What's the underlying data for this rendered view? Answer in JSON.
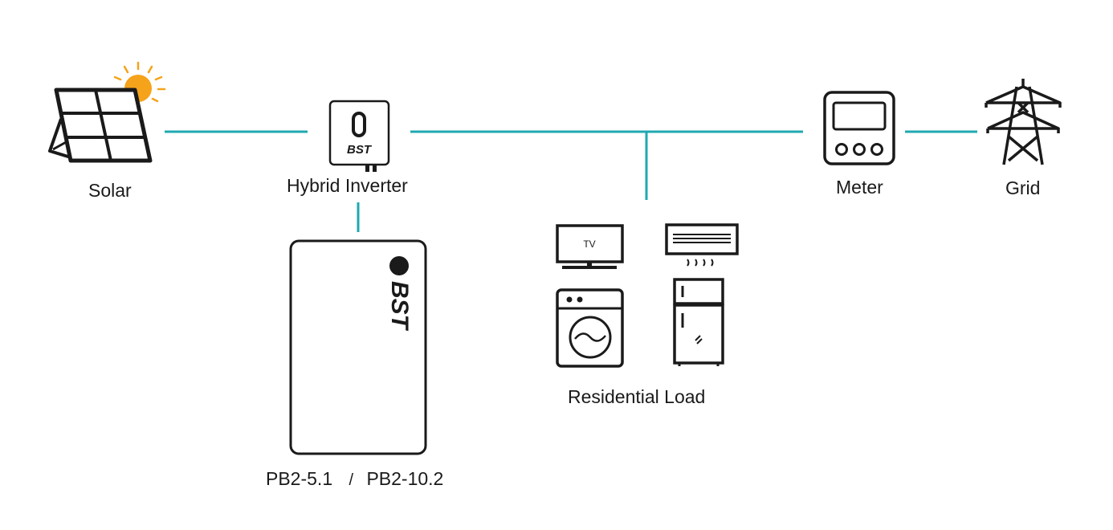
{
  "nodes": {
    "solar": {
      "label": "Solar"
    },
    "inverter": {
      "label": "Hybrid Inverter",
      "brand": "BST"
    },
    "meter": {
      "label": "Meter"
    },
    "grid": {
      "label": "Grid"
    },
    "battery": {
      "label_a": "PB2-5.1",
      "separator": "/",
      "label_b": "PB2-10.2",
      "brand": "BST"
    },
    "load": {
      "label": "Residential Load",
      "tv_text": "TV"
    }
  },
  "colors": {
    "connector": "#1fa9b0",
    "sun": "#f5a31a",
    "ink": "#1a1a1a"
  }
}
